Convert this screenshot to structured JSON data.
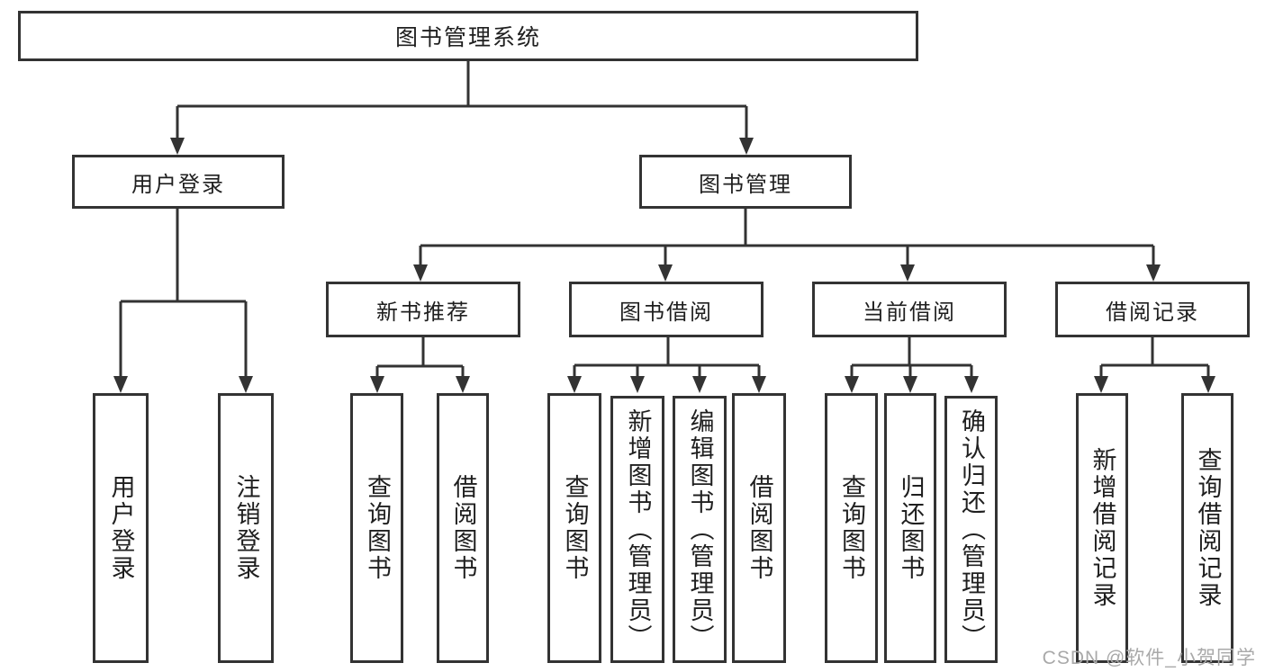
{
  "colors": {
    "line": "#333333",
    "text": "#1f1f1f",
    "background": "#ffffff",
    "watermark": "#a9a9a9"
  },
  "watermark": "CSDN @软件_小贺同学",
  "nodes": {
    "root": "图书管理系统",
    "userLogin": {
      "label": "用户登录",
      "children": [
        "用户登录",
        "注销登录"
      ]
    },
    "bookManagement": {
      "label": "图书管理"
    },
    "newBookRecommend": {
      "label": "新书推荐",
      "children": [
        "查询图书",
        "借阅图书"
      ]
    },
    "bookBorrow": {
      "label": "图书借阅",
      "children": [
        "查询图书",
        "新增图书（管理员）",
        "编辑图书（管理员）",
        "借阅图书"
      ]
    },
    "currentBorrow": {
      "label": "当前借阅",
      "children": [
        "查询图书",
        "归还图书",
        "确认归还（管理员）"
      ]
    },
    "borrowRecords": {
      "label": "借阅记录",
      "children": [
        "新增借阅记录",
        "查询借阅记录"
      ]
    }
  }
}
